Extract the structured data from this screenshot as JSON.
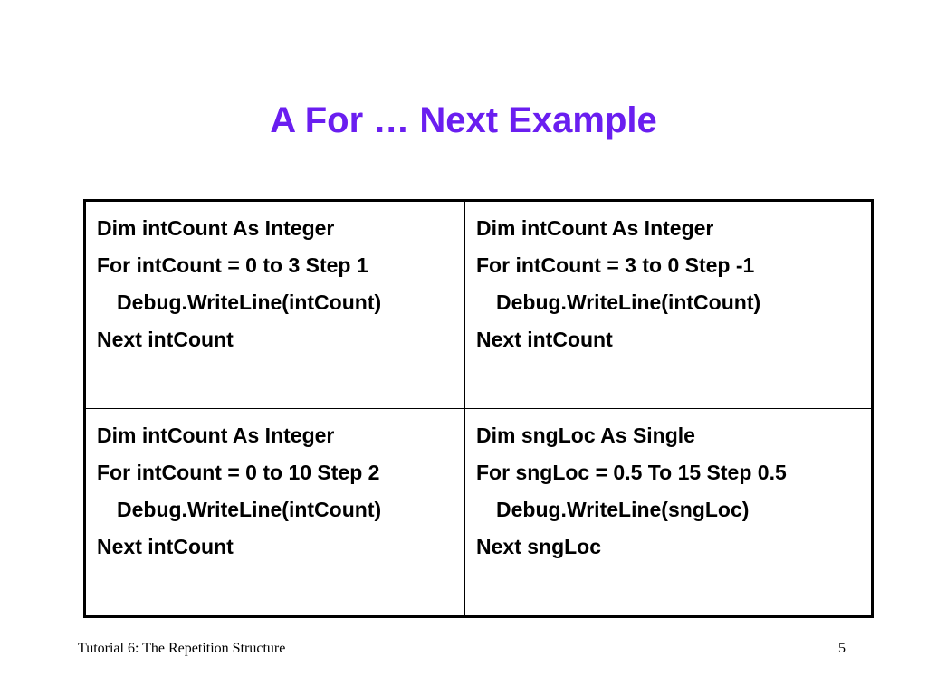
{
  "slide": {
    "title": "A For … Next Example",
    "title_color": "#6a1ef0"
  },
  "cells": [
    {
      "lines": [
        "Dim intCount As Integer",
        "For intCount = 0 to 3 Step 1",
        "Debug.WriteLine(intCount)",
        "Next intCount"
      ]
    },
    {
      "lines": [
        "Dim intCount As Integer",
        "For intCount = 3 to 0 Step -1",
        "Debug.WriteLine(intCount)",
        "Next intCount"
      ]
    },
    {
      "lines": [
        "Dim intCount As Integer",
        "For intCount = 0 to 10 Step 2",
        "Debug.WriteLine(intCount)",
        "Next intCount"
      ]
    },
    {
      "lines": [
        "Dim sngLoc As Single",
        "For sngLoc = 0.5 To 15 Step 0.5",
        "Debug.WriteLine(sngLoc)",
        "Next sngLoc"
      ]
    }
  ],
  "footer": {
    "left_text": "Tutorial 6: The Repetition Structure",
    "page_number": "5"
  }
}
